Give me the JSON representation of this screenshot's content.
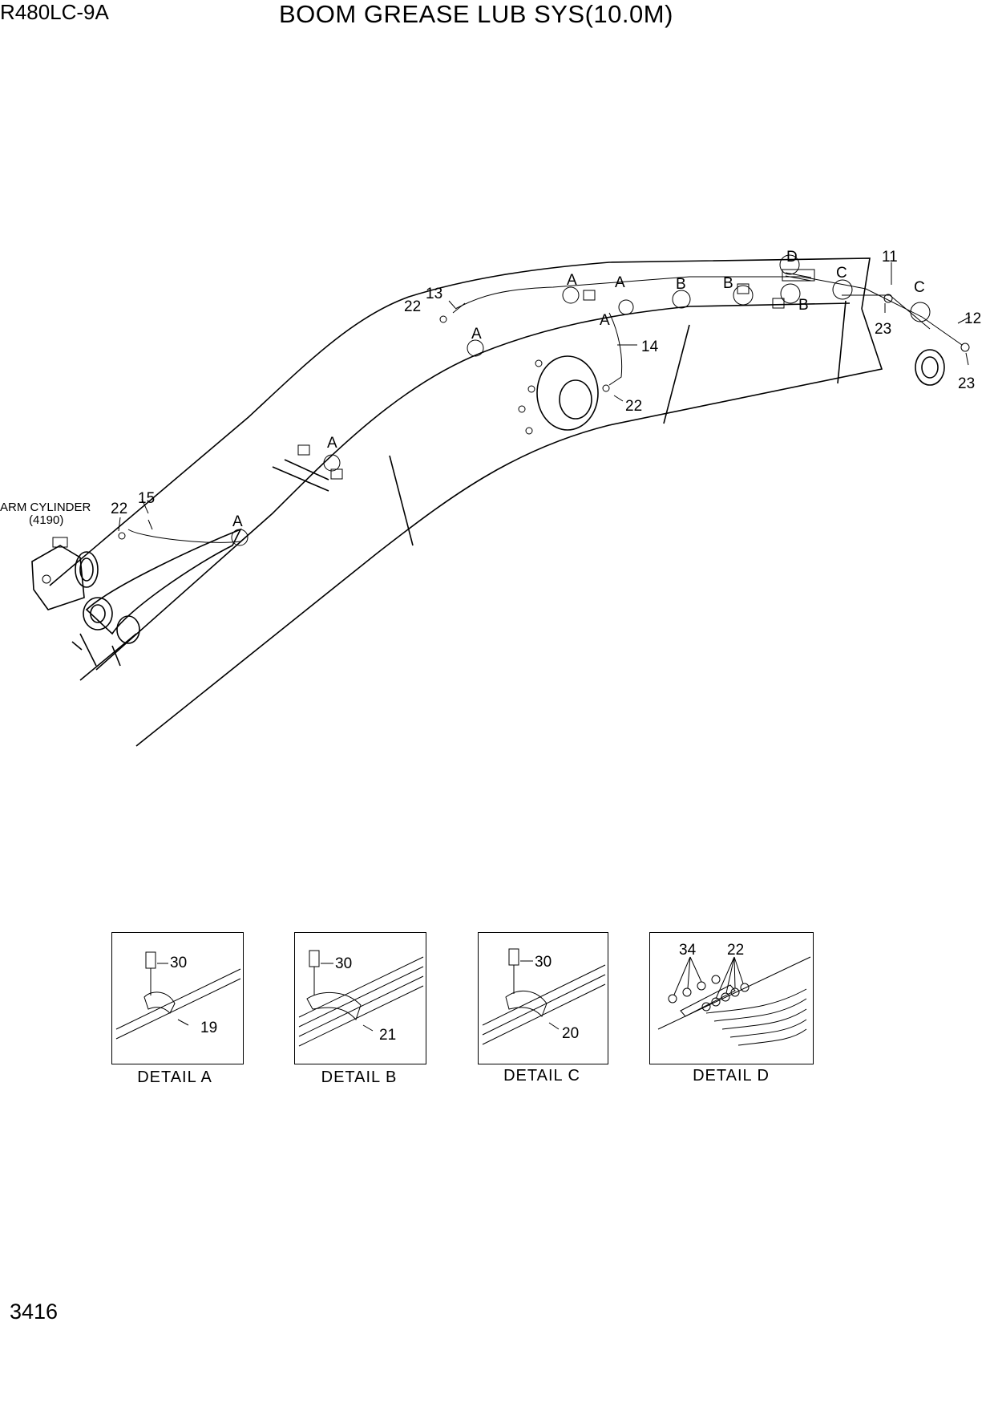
{
  "header": {
    "model": "R480LC-9A",
    "title": "BOOM GREASE LUB SYS(10.0M)"
  },
  "footer": {
    "page_number": "3416"
  },
  "main_diagram": {
    "external_label_line1": "ARM CYLINDER",
    "external_label_line2": "(4190)",
    "callouts": [
      "11",
      "12",
      "13",
      "14",
      "15",
      "22",
      "23"
    ],
    "detail_markers": [
      "A",
      "B",
      "C",
      "D"
    ]
  },
  "details": [
    {
      "caption": "DETAIL  A",
      "parts": [
        "30",
        "19"
      ]
    },
    {
      "caption": "DETAIL  B",
      "parts": [
        "30",
        "21"
      ]
    },
    {
      "caption": "DETAIL  C",
      "parts": [
        "30",
        "20"
      ]
    },
    {
      "caption": "DETAIL  D",
      "parts": [
        "34",
        "22"
      ]
    }
  ]
}
